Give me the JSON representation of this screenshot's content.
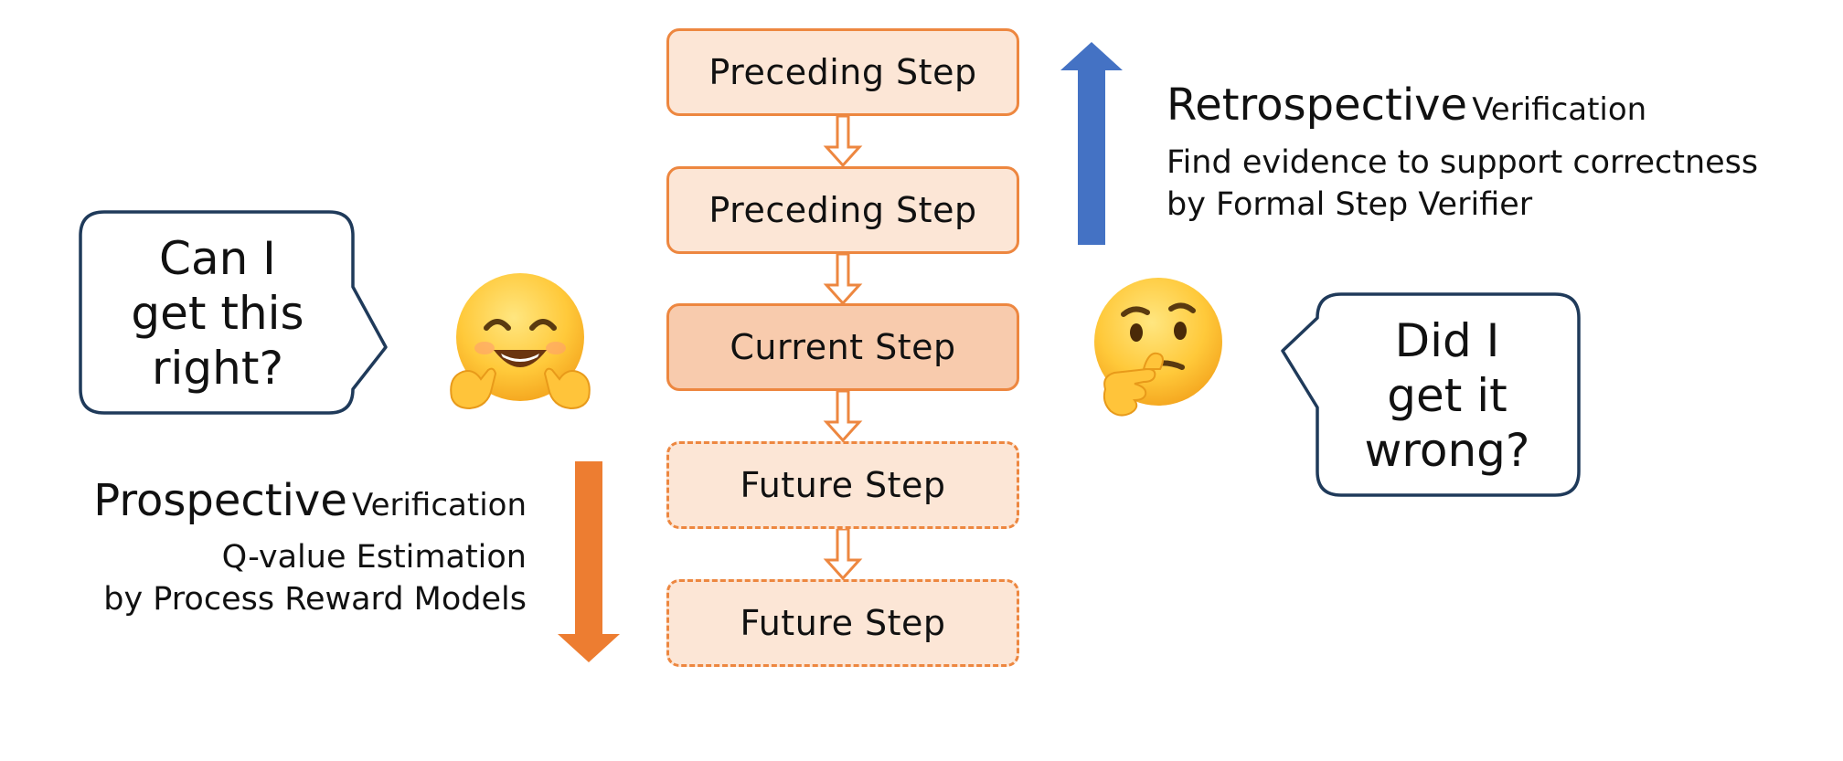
{
  "steps": [
    {
      "label": "Preceding Step",
      "style": "solid"
    },
    {
      "label": "Preceding Step",
      "style": "solid"
    },
    {
      "label": "Current Step",
      "style": "current"
    },
    {
      "label": "Future Step",
      "style": "dashed"
    },
    {
      "label": "Future Step",
      "style": "dashed"
    }
  ],
  "retrospective": {
    "title_big": "Retrospective",
    "title_small": "Verification",
    "line1": "Find evidence to support correctness",
    "line2": "by Formal Step Verifier",
    "arrow_color": "#4472C4"
  },
  "prospective": {
    "title_big": "Prospective",
    "title_small": "Verification",
    "line1": "Q-value Estimation",
    "line2": "by Process Reward Models",
    "arrow_color": "#ED7D31"
  },
  "bubbles": {
    "left": {
      "line1": "Can I",
      "line2": "get this",
      "line3": "right?"
    },
    "right": {
      "line1": "Did I",
      "line2": "get it",
      "line3": "wrong?"
    }
  },
  "icons": {
    "left": "hugging-face-emoji",
    "right": "thinking-face-emoji"
  },
  "colors": {
    "step_border": "#ED8740",
    "step_fill": "#FCE6D6",
    "current_fill": "#F8CBAD",
    "bubble_border": "#1F3A5A"
  }
}
